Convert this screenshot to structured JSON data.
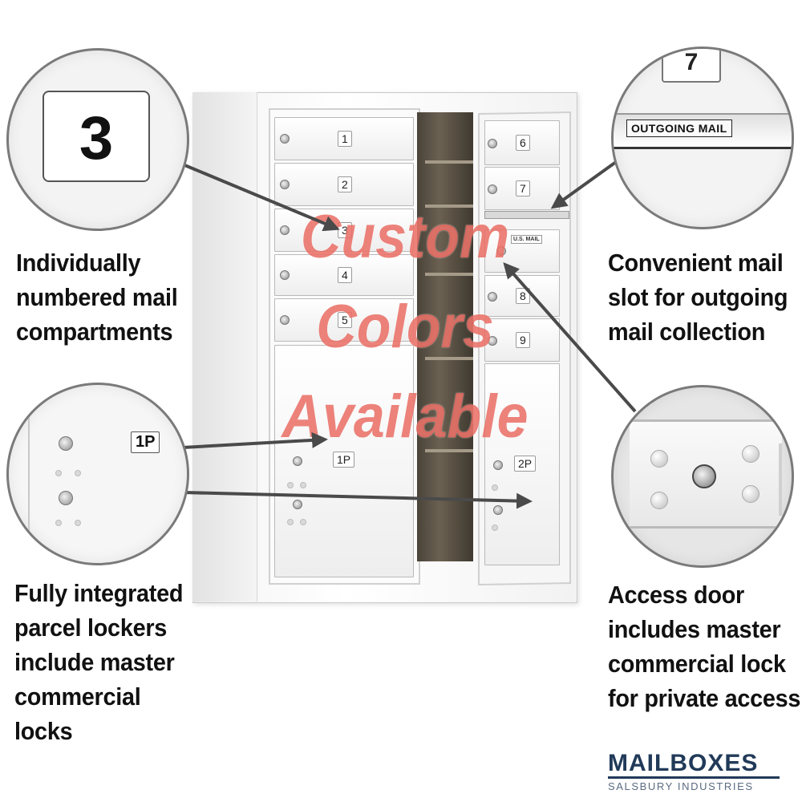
{
  "callouts": {
    "numbered": [
      "Individually",
      "numbered mail",
      "compartments"
    ],
    "parcel": [
      "Fully integrated",
      "parcel lockers",
      "include master",
      "commercial",
      "locks"
    ],
    "slot": [
      "Convenient mail",
      "slot for outgoing",
      "mail collection"
    ],
    "access": [
      "Access door",
      "includes master",
      "commercial lock",
      "for private access"
    ]
  },
  "zoom_labels": {
    "compartment_number": "3",
    "slot_number": "7",
    "outgoing_label": "OUTGOING MAIL",
    "parcel_label": "1P"
  },
  "cabinet": {
    "left_doors": [
      "1",
      "2",
      "3",
      "4",
      "5"
    ],
    "right_doors": [
      "6",
      "7",
      "8",
      "9"
    ],
    "usmail_label": "U.S. MAIL",
    "parcel_left": "1P",
    "parcel_right": "2P"
  },
  "watermark": [
    "Custom",
    "Colors",
    "Available"
  ],
  "logo": {
    "main": "MAILBOXES",
    "sub": "SALSBURY INDUSTRIES"
  },
  "colors": {
    "watermark": "#e45246",
    "logo": "#213a59",
    "text": "#111111"
  }
}
